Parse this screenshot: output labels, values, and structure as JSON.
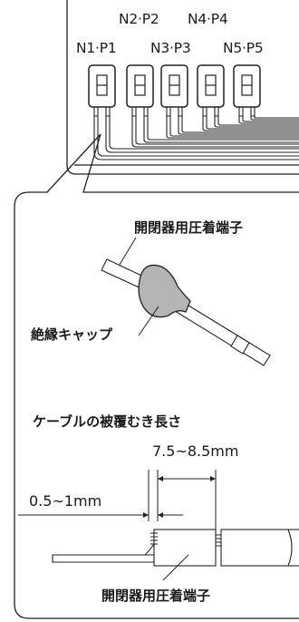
{
  "terminal_labels": {
    "top_row": [
      "N2·P2",
      "N4·P4"
    ],
    "bottom_row": [
      "N1·P1",
      "N3·P3",
      "N5·P5"
    ]
  },
  "callouts": {
    "crimp_terminal_top": "開閉器用圧着端子",
    "insulation_cap": "絶縁キャップ",
    "cable_strip_title": "ケーブルの被覆むき長さ",
    "strip_length": "7.5~8.5mm",
    "gap_length": "0.5~1mm",
    "crimp_terminal_bottom": "開閉器用圧着端子"
  },
  "colors": {
    "cap_gray": "#b5b5b5",
    "line": "#222222"
  }
}
